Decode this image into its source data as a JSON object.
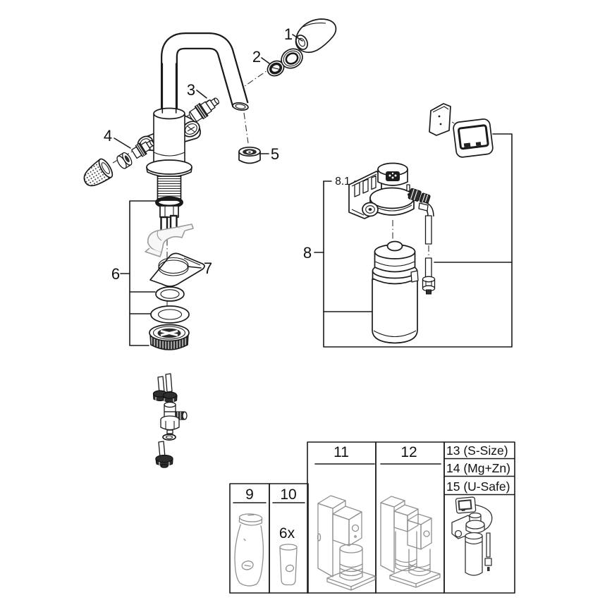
{
  "callouts": {
    "part1": "1",
    "part2": "2",
    "part3": "3",
    "part4": "4",
    "part5": "5",
    "part6": "6",
    "part7": "7",
    "part8": "8",
    "part8_1": "8.1"
  },
  "accessories": {
    "box9_label": "9",
    "box10_label": "10",
    "box10_quantity": "6x",
    "box11_label": "11",
    "box12_label": "12",
    "kit_rows": [
      "13 (S-Size)",
      "14 (Mg+Zn)",
      "15 (U-Safe)"
    ]
  },
  "colors": {
    "ink": "#1a1a1a",
    "phantom_part": "#9a9a9a",
    "accessory_line": "#909090",
    "background": "#ffffff"
  }
}
